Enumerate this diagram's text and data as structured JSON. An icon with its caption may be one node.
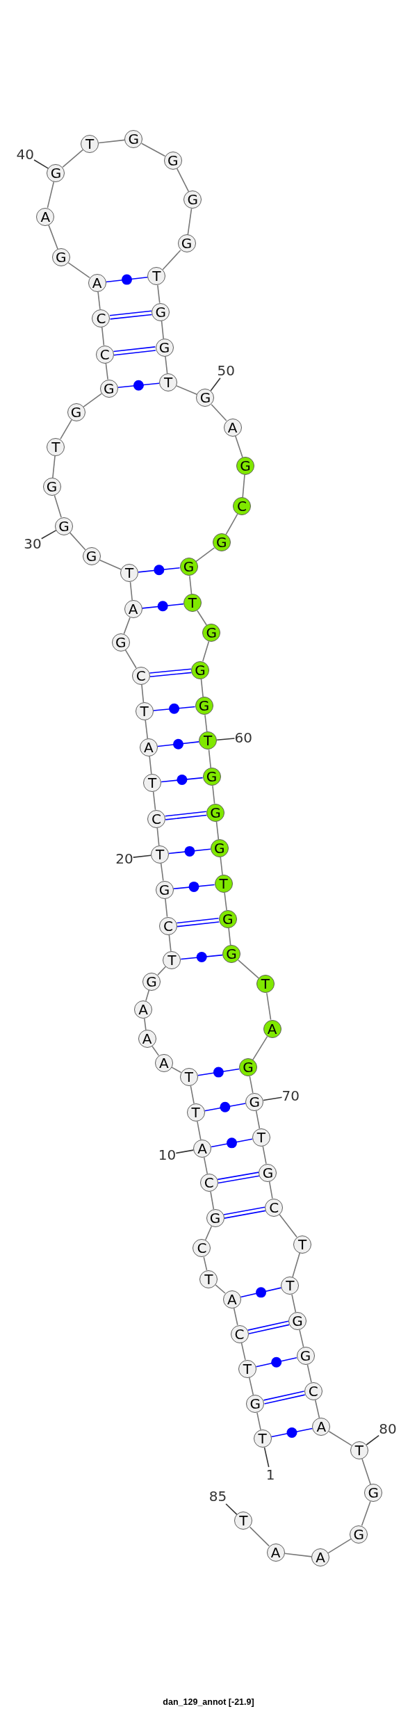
{
  "diagram": {
    "title": "dan_129_annot [-21.9]",
    "nodes": [
      {
        "text": [
          "T"
        ]
      },
      {
        "text": [
          "G"
        ]
      },
      {
        "text": [
          "T"
        ]
      },
      {
        "text": [
          "C"
        ]
      },
      {
        "text": [
          "A"
        ]
      },
      {
        "text": [
          "T"
        ]
      },
      {
        "text": [
          "C"
        ]
      },
      {
        "text": [
          "G"
        ]
      },
      {
        "text": [
          "C"
        ]
      },
      {
        "text": [
          "A"
        ]
      },
      {
        "text": [
          "T"
        ]
      },
      {
        "text": [
          "T"
        ]
      },
      {
        "text": [
          "A"
        ]
      },
      {
        "text": [
          "A"
        ]
      },
      {
        "text": [
          "A"
        ]
      },
      {
        "text": [
          "G"
        ]
      },
      {
        "text": [
          "T"
        ]
      },
      {
        "text": [
          "C"
        ]
      },
      {
        "text": [
          "G"
        ]
      },
      {
        "text": [
          "T"
        ]
      },
      {
        "text": [
          "C"
        ]
      },
      {
        "text": [
          "T"
        ]
      },
      {
        "text": [
          "A"
        ]
      },
      {
        "text": [
          "T"
        ]
      },
      {
        "text": [
          "C"
        ]
      },
      {
        "text": [
          "G"
        ]
      },
      {
        "text": [
          "A"
        ]
      },
      {
        "text": [
          "T"
        ]
      },
      {
        "text": [
          "G"
        ]
      },
      {
        "text": [
          "G"
        ]
      },
      {
        "text": [
          "G"
        ]
      },
      {
        "text": [
          "T"
        ]
      },
      {
        "text": [
          "G"
        ]
      },
      {
        "text": [
          "G"
        ]
      },
      {
        "text": [
          "C"
        ]
      },
      {
        "text": [
          "C"
        ]
      },
      {
        "text": [
          "A"
        ]
      },
      {
        "text": [
          "G"
        ]
      },
      {
        "text": [
          "A"
        ]
      },
      {
        "text": [
          "G"
        ]
      },
      {
        "text": [
          "T"
        ]
      },
      {
        "text": [
          "G"
        ]
      },
      {
        "text": [
          "G"
        ]
      },
      {
        "text": [
          "G"
        ]
      },
      {
        "text": [
          "G"
        ]
      },
      {
        "text": [
          "T"
        ]
      },
      {
        "text": [
          "G"
        ]
      },
      {
        "text": [
          "G"
        ]
      },
      {
        "text": [
          "T"
        ]
      },
      {
        "text": [
          "G"
        ]
      },
      {
        "text": [
          "A"
        ]
      },
      {
        "text": [
          "G"
        ]
      },
      {
        "text": [
          "C"
        ]
      },
      {
        "text": [
          "G"
        ]
      },
      {
        "text": [
          "G"
        ]
      },
      {
        "text": [
          "T"
        ]
      },
      {
        "text": [
          "G"
        ]
      },
      {
        "text": [
          "G"
        ]
      },
      {
        "text": [
          "G"
        ]
      },
      {
        "text": [
          "T"
        ]
      },
      {
        "text": [
          "G"
        ]
      },
      {
        "text": [
          "G"
        ]
      },
      {
        "text": [
          "G"
        ]
      },
      {
        "text": [
          "T"
        ]
      },
      {
        "text": [
          "G"
        ]
      },
      {
        "text": [
          "G"
        ]
      },
      {
        "text": [
          "T"
        ]
      },
      {
        "text": [
          "A"
        ]
      },
      {
        "text": [
          "G"
        ]
      },
      {
        "text": [
          "G"
        ]
      },
      {
        "text": [
          "T"
        ]
      },
      {
        "text": [
          "G"
        ]
      },
      {
        "text": [
          "C"
        ]
      },
      {
        "text": [
          "T"
        ]
      },
      {
        "text": [
          "T"
        ]
      },
      {
        "text": [
          "G"
        ]
      },
      {
        "text": [
          "G"
        ]
      },
      {
        "text": [
          "C"
        ]
      },
      {
        "text": [
          "A"
        ]
      },
      {
        "text": [
          "T"
        ]
      },
      {
        "text": [
          "G"
        ]
      },
      {
        "text": [
          "G"
        ]
      },
      {
        "text": [
          "A"
        ]
      },
      {
        "text": [
          "A"
        ]
      },
      {
        "text": [
          "T"
        ]
      },
      {
        "text": [
          "1"
        ]
      },
      {
        "text": [
          "10"
        ]
      },
      {
        "text": [
          "20"
        ]
      },
      {
        "text": [
          "30"
        ]
      },
      {
        "text": [
          "40"
        ]
      },
      {
        "text": [
          "50"
        ]
      },
      {
        "text": [
          "60"
        ]
      },
      {
        "text": [
          "70"
        ]
      },
      {
        "text": [
          "80"
        ]
      },
      {
        "text": [
          "85"
        ]
      }
    ],
    "edges": [
      {
        "from": 0,
        "to": 1,
        "arrow": "none"
      },
      {
        "from": 1,
        "to": 2,
        "arrow": "none"
      },
      {
        "from": 2,
        "to": 3,
        "arrow": "none"
      },
      {
        "from": 3,
        "to": 4,
        "arrow": "none"
      },
      {
        "from": 4,
        "to": 5,
        "arrow": "none"
      },
      {
        "from": 5,
        "to": 6,
        "arrow": "none"
      },
      {
        "from": 6,
        "to": 7,
        "arrow": "none"
      },
      {
        "from": 7,
        "to": 8,
        "arrow": "none"
      },
      {
        "from": 8,
        "to": 9,
        "arrow": "none"
      },
      {
        "from": 9,
        "to": 10,
        "arrow": "none"
      },
      {
        "from": 10,
        "to": 11,
        "arrow": "none"
      },
      {
        "from": 11,
        "to": 12,
        "arrow": "none"
      },
      {
        "from": 12,
        "to": 13,
        "arrow": "none"
      },
      {
        "from": 13,
        "to": 14,
        "arrow": "none"
      },
      {
        "from": 14,
        "to": 15,
        "arrow": "none"
      },
      {
        "from": 15,
        "to": 16,
        "arrow": "none"
      },
      {
        "from": 16,
        "to": 17,
        "arrow": "none"
      },
      {
        "from": 17,
        "to": 18,
        "arrow": "none"
      },
      {
        "from": 18,
        "to": 19,
        "arrow": "none"
      },
      {
        "from": 19,
        "to": 20,
        "arrow": "none"
      },
      {
        "from": 20,
        "to": 21,
        "arrow": "none"
      },
      {
        "from": 21,
        "to": 22,
        "arrow": "none"
      },
      {
        "from": 22,
        "to": 23,
        "arrow": "none"
      },
      {
        "from": 23,
        "to": 24,
        "arrow": "none"
      },
      {
        "from": 24,
        "to": 25,
        "arrow": "none"
      },
      {
        "from": 25,
        "to": 26,
        "arrow": "none"
      },
      {
        "from": 26,
        "to": 27,
        "arrow": "none"
      },
      {
        "from": 27,
        "to": 28,
        "arrow": "none"
      },
      {
        "from": 28,
        "to": 29,
        "arrow": "none"
      },
      {
        "from": 29,
        "to": 30,
        "arrow": "none"
      },
      {
        "from": 30,
        "to": 31,
        "arrow": "none"
      },
      {
        "from": 31,
        "to": 32,
        "arrow": "none"
      },
      {
        "from": 32,
        "to": 33,
        "arrow": "none"
      },
      {
        "from": 33,
        "to": 34,
        "arrow": "none"
      },
      {
        "from": 34,
        "to": 35,
        "arrow": "none"
      },
      {
        "from": 35,
        "to": 36,
        "arrow": "none"
      },
      {
        "from": 36,
        "to": 37,
        "arrow": "none"
      },
      {
        "from": 37,
        "to": 38,
        "arrow": "none"
      },
      {
        "from": 38,
        "to": 39,
        "arrow": "none"
      },
      {
        "from": 39,
        "to": 40,
        "arrow": "none"
      },
      {
        "from": 40,
        "to": 41,
        "arrow": "none"
      },
      {
        "from": 41,
        "to": 42,
        "arrow": "none"
      },
      {
        "from": 42,
        "to": 43,
        "arrow": "none"
      },
      {
        "from": 43,
        "to": 44,
        "arrow": "none"
      },
      {
        "from": 44,
        "to": 45,
        "arrow": "none"
      },
      {
        "from": 45,
        "to": 46,
        "arrow": "none"
      },
      {
        "from": 46,
        "to": 47,
        "arrow": "none"
      },
      {
        "from": 47,
        "to": 48,
        "arrow": "none"
      },
      {
        "from": 48,
        "to": 49,
        "arrow": "none"
      },
      {
        "from": 49,
        "to": 50,
        "arrow": "none"
      },
      {
        "from": 50,
        "to": 51,
        "arrow": "none"
      },
      {
        "from": 51,
        "to": 52,
        "arrow": "none"
      },
      {
        "from": 52,
        "to": 53,
        "arrow": "none"
      },
      {
        "from": 53,
        "to": 54,
        "arrow": "none"
      },
      {
        "from": 54,
        "to": 55,
        "arrow": "none"
      },
      {
        "from": 55,
        "to": 56,
        "arrow": "none"
      },
      {
        "from": 56,
        "to": 57,
        "arrow": "none"
      },
      {
        "from": 57,
        "to": 58,
        "arrow": "none"
      },
      {
        "from": 58,
        "to": 59,
        "arrow": "none"
      },
      {
        "from": 59,
        "to": 60,
        "arrow": "none"
      },
      {
        "from": 60,
        "to": 61,
        "arrow": "none"
      },
      {
        "from": 61,
        "to": 62,
        "arrow": "none"
      },
      {
        "from": 62,
        "to": 63,
        "arrow": "none"
      },
      {
        "from": 63,
        "to": 64,
        "arrow": "none"
      },
      {
        "from": 64,
        "to": 65,
        "arrow": "none"
      },
      {
        "from": 65,
        "to": 66,
        "arrow": "none"
      },
      {
        "from": 66,
        "to": 67,
        "arrow": "none"
      },
      {
        "from": 67,
        "to": 68,
        "arrow": "none"
      },
      {
        "from": 68,
        "to": 69,
        "arrow": "none"
      },
      {
        "from": 69,
        "to": 70,
        "arrow": "none"
      },
      {
        "from": 70,
        "to": 71,
        "arrow": "none"
      },
      {
        "from": 71,
        "to": 72,
        "arrow": "none"
      },
      {
        "from": 72,
        "to": 73,
        "arrow": "none"
      },
      {
        "from": 73,
        "to": 74,
        "arrow": "none"
      },
      {
        "from": 74,
        "to": 75,
        "arrow": "none"
      },
      {
        "from": 75,
        "to": 76,
        "arrow": "none"
      },
      {
        "from": 76,
        "to": 77,
        "arrow": "none"
      },
      {
        "from": 77,
        "to": 78,
        "arrow": "none"
      },
      {
        "from": 78,
        "to": 79,
        "arrow": "none"
      },
      {
        "from": 79,
        "to": 80,
        "arrow": "none"
      },
      {
        "from": 80,
        "to": 81,
        "arrow": "none"
      },
      {
        "from": 81,
        "to": 82,
        "arrow": "none"
      },
      {
        "from": 82,
        "to": 83,
        "arrow": "none"
      },
      {
        "from": 83,
        "to": 84,
        "arrow": "none"
      },
      {
        "from": 0,
        "to": 78,
        "arrow": "none",
        "color": "#0000ff"
      },
      {
        "from": 1,
        "to": 77,
        "arrow": "none",
        "color": "#0000ff"
      },
      {
        "from": 2,
        "to": 76,
        "arrow": "none",
        "color": "#0000ff"
      },
      {
        "from": 3,
        "to": 75,
        "arrow": "none",
        "color": "#0000ff"
      },
      {
        "from": 4,
        "to": 74,
        "arrow": "none",
        "color": "#0000ff"
      },
      {
        "from": 7,
        "to": 72,
        "arrow": "none",
        "color": "#0000ff"
      },
      {
        "from": 8,
        "to": 71,
        "arrow": "none",
        "color": "#0000ff"
      },
      {
        "from": 9,
        "to": 70,
        "arrow": "none",
        "color": "#0000ff"
      },
      {
        "from": 10,
        "to": 69,
        "arrow": "none",
        "color": "#0000ff"
      },
      {
        "from": 11,
        "to": 68,
        "arrow": "none",
        "color": "#0000ff"
      },
      {
        "from": 16,
        "to": 65,
        "arrow": "none",
        "color": "#0000ff"
      },
      {
        "from": 17,
        "to": 64,
        "arrow": "none",
        "color": "#0000ff"
      },
      {
        "from": 18,
        "to": 63,
        "arrow": "none",
        "color": "#0000ff"
      },
      {
        "from": 19,
        "to": 62,
        "arrow": "none",
        "color": "#0000ff"
      },
      {
        "from": 20,
        "to": 61,
        "arrow": "none",
        "color": "#0000ff"
      },
      {
        "from": 21,
        "to": 60,
        "arrow": "none",
        "color": "#0000ff"
      },
      {
        "from": 22,
        "to": 59,
        "arrow": "none",
        "color": "#0000ff"
      },
      {
        "from": 23,
        "to": 58,
        "arrow": "none",
        "color": "#0000ff"
      },
      {
        "from": 24,
        "to": 57,
        "arrow": "none",
        "color": "#0000ff"
      },
      {
        "from": 26,
        "to": 55,
        "arrow": "none",
        "color": "#0000ff"
      },
      {
        "from": 27,
        "to": 54,
        "arrow": "none",
        "color": "#0000ff"
      },
      {
        "from": 33,
        "to": 48,
        "arrow": "none",
        "color": "#0000ff"
      },
      {
        "from": 34,
        "to": 47,
        "arrow": "none",
        "color": "#0000ff"
      },
      {
        "from": 35,
        "to": 46,
        "arrow": "none",
        "color": "#0000ff"
      },
      {
        "from": 36,
        "to": 45,
        "arrow": "none",
        "color": "#0000ff"
      },
      {
        "from": 85,
        "to": 0,
        "arrow": "none",
        "color": "#333333"
      },
      {
        "from": 86,
        "to": 9,
        "arrow": "none",
        "color": "#333333"
      },
      {
        "from": 87,
        "to": 19,
        "arrow": "none",
        "color": "#333333"
      },
      {
        "from": 88,
        "to": 29,
        "arrow": "none",
        "color": "#333333"
      },
      {
        "from": 89,
        "to": 39,
        "arrow": "none",
        "color": "#333333"
      },
      {
        "from": 90,
        "to": 49,
        "arrow": "none",
        "color": "#333333"
      },
      {
        "from": 91,
        "to": 59,
        "arrow": "none",
        "color": "#333333"
      },
      {
        "from": 92,
        "to": 69,
        "arrow": "none",
        "color": "#333333"
      },
      {
        "from": 93,
        "to": 79,
        "arrow": "none",
        "color": "#333333"
      },
      {
        "from": 94,
        "to": 84,
        "arrow": "none",
        "color": "#333333"
      }
    ]
  }
}
